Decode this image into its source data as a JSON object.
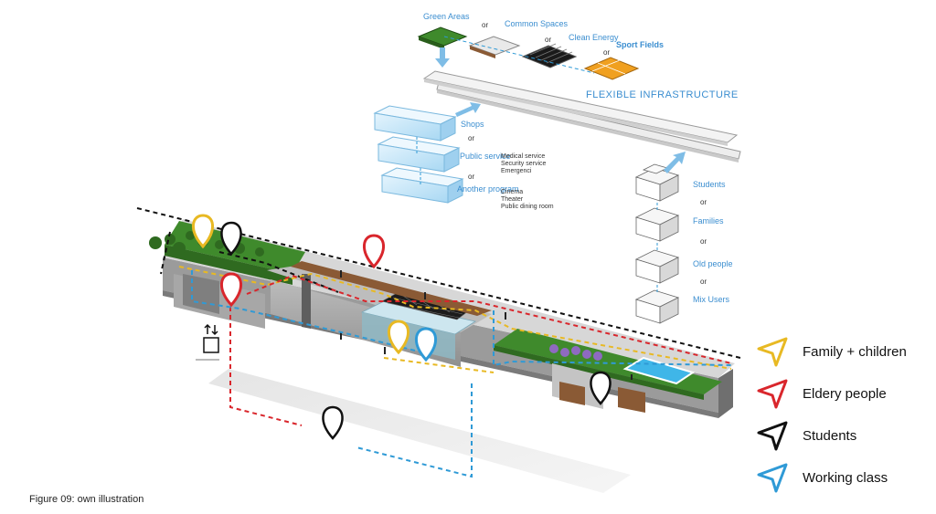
{
  "colors": {
    "family": "#e8b923",
    "elderly": "#d9262c",
    "students": "#111111",
    "working": "#2f9ad6",
    "label_blue": "#3b8ed0",
    "grass": "#3f8a2c",
    "module_blue": "#bfe3f7"
  },
  "top_options": {
    "green": "Green Areas",
    "or1": "or",
    "common": "Common Spaces",
    "or2": "or",
    "clean": "Clean Energy",
    "or3": "or",
    "sport": "Sport Fields"
  },
  "infrastructure": {
    "title": "FLEXIBLE INFRASTRUCTURE"
  },
  "programs": {
    "shops": "Shops",
    "or1": "or",
    "public": "Public service",
    "or2": "or",
    "another": "Another program",
    "public_examples": [
      "Medical service",
      "Security service",
      "Emergenci"
    ],
    "another_examples": [
      "Cinema",
      "Theater",
      "Public dining room"
    ]
  },
  "users": {
    "students": "Students",
    "or1": "or",
    "families": "Families",
    "or2": "or",
    "old": "Old people",
    "or3": "or",
    "mix": "Mix Users"
  },
  "legend": [
    {
      "label": "Family + children",
      "icon": "arrow-icon-yellow"
    },
    {
      "label": "Eldery people",
      "icon": "arrow-icon-red"
    },
    {
      "label": "Students",
      "icon": "arrow-icon-black"
    },
    {
      "label": "Working class",
      "icon": "arrow-icon-blue"
    }
  ],
  "caption": "Figure 09: own illustration"
}
